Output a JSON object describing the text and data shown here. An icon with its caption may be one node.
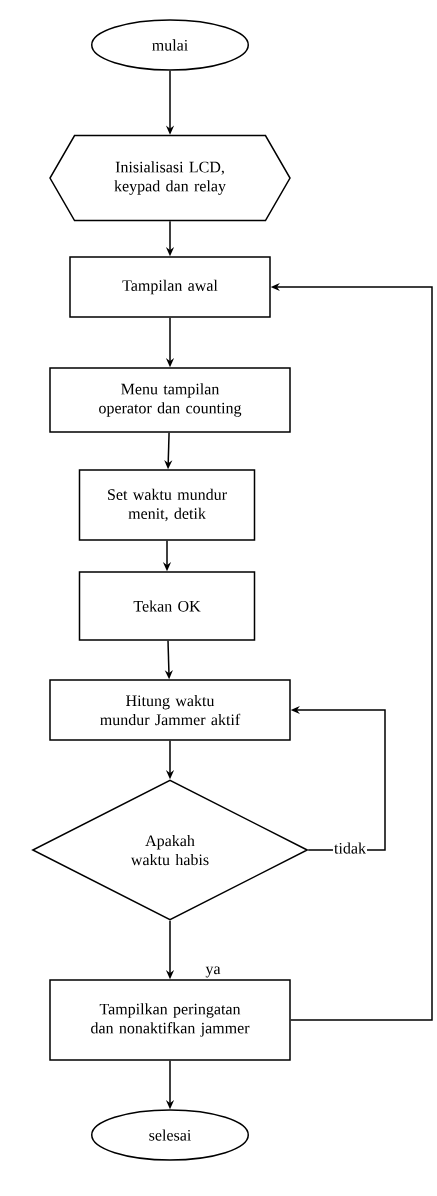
{
  "diagram": {
    "nodes": [
      {
        "text": [
          "mulai"
        ]
      },
      {
        "text": [
          "Inisialisasi LCD, keypad dan relay"
        ]
      },
      {
        "text": [
          "Tampilan awal"
        ]
      },
      {
        "text": [
          "Menu tampilan operator dan counting"
        ]
      },
      {
        "text": [
          "Set waktu mundur menit, detik"
        ]
      },
      {
        "text": [
          "Tekan OK"
        ]
      },
      {
        "text": [
          "Hitung waktu mundur Jammer aktif"
        ]
      },
      {
        "text": [
          "Apakah waktu habis"
        ]
      },
      {
        "text": [
          "Tampilkan peringatan dan nonaktifkan jammer"
        ]
      },
      {
        "text": [
          "selesai"
        ]
      }
    ],
    "edges": [
      {
        "from": 0,
        "to": 1,
        "arrow": "to"
      },
      {
        "from": 1,
        "to": 2,
        "arrow": "to"
      },
      {
        "from": 2,
        "to": 3,
        "arrow": "to"
      },
      {
        "from": 3,
        "to": 4,
        "arrow": "to"
      },
      {
        "from": 4,
        "to": 5,
        "arrow": "to"
      },
      {
        "from": 5,
        "to": 6,
        "arrow": "to"
      },
      {
        "from": 6,
        "to": 7,
        "arrow": "to"
      },
      {
        "from": 7,
        "to": 8,
        "arrow": "to",
        "label": "ya"
      },
      {
        "from": 7,
        "to": 6,
        "arrow": "to",
        "label": "tidak"
      },
      {
        "from": 8,
        "to": 2,
        "arrow": "to"
      },
      {
        "from": 8,
        "to": 9,
        "arrow": "to"
      }
    ]
  }
}
